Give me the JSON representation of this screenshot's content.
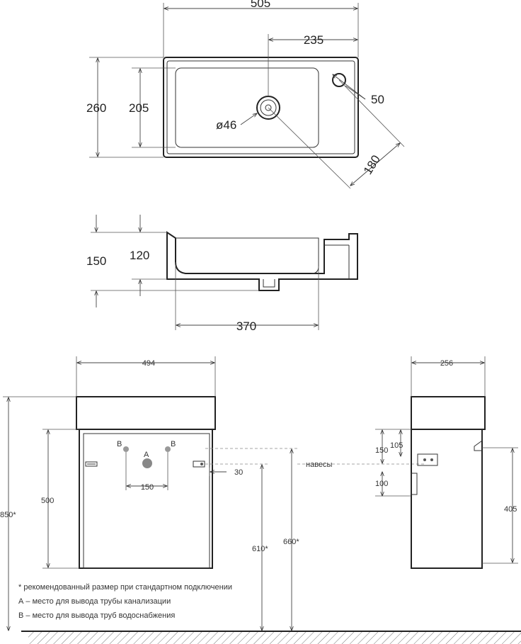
{
  "sink_top": {
    "width": "505",
    "drain_offset": "235",
    "depth": "260",
    "bowl_depth": "205",
    "drain_diameter": "ø46",
    "tap_hole": "50",
    "diagonal": "180"
  },
  "sink_side": {
    "height": "150",
    "bowl_height": "120",
    "bowl_width": "370"
  },
  "front": {
    "width": "494",
    "overall_height": "850*",
    "cabinet_height": "500",
    "label_a": "A",
    "label_b_left": "B",
    "label_b_right": "B",
    "pipe_spacing": "150",
    "hinge_offset": "30",
    "height_610": "610*",
    "height_660": "660*",
    "hinges_label": "навесы"
  },
  "side": {
    "width": "256",
    "dim_150": "150",
    "dim_105": "105",
    "dim_100": "100",
    "dim_405": "405"
  },
  "notes": [
    "* рекомендованный размер при стандартном подключении",
    "А – место для вывода трубы канализации",
    "В – место для вывода труб водоснабжения"
  ]
}
